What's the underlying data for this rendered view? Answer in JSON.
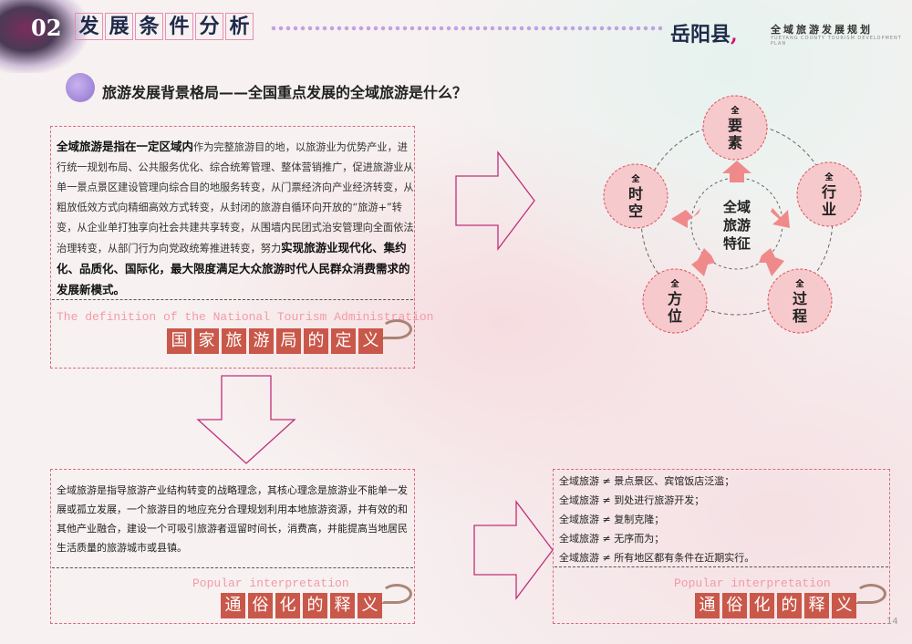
{
  "header": {
    "section_number": "02",
    "section_title": [
      "发",
      "展",
      "条",
      "件",
      "分",
      "析"
    ],
    "logo_main": "岳阳县",
    "logo_mark": ",",
    "logo_subtitle": "全域旅游发展规划",
    "logo_en": "YUEYANG COUNTY TOURISM DEVELOPMENT PLAN"
  },
  "question": "旅游发展背景格局——全国重点发展的全域旅游是什么？",
  "definition_box": {
    "bold_lead": "全域旅游是指在一定区域内",
    "body": "作为完整旅游目的地，以旅游业为优势产业，进行统一规划布局、公共服务优化、综合统筹管理、整体营销推广，促进旅游业从单一景点景区建设管理向综合目的地服务转变，从门票经济向产业经济转变，从粗放低效方式向精细高效方式转变，从封闭的旅游自循环向开放的“旅游+”转变，从企业单打独享向社会共建共享转变，从围墙内民团式治安管理向全面依法治理转变，从部门行为向党政统筹推进转变，努力",
    "bold_tail": "实现旅游业现代化、集约化、品质化、国际化，最大限度满足大众旅游时代人民群众消费需求的发展新模式。",
    "en_label": "The definition of the National Tourism Administration",
    "stamp": [
      "国",
      "家",
      "旅",
      "游",
      "局",
      "的",
      "定",
      "义"
    ]
  },
  "popular_box": {
    "body": "全域旅游是指导旅游产业结构转变的战略理念，其核心理念是旅游业不能单一发展或孤立发展，一个旅游目的地应充分合理规划利用本地旅游资源，并有效的和其他产业融合，建设一个可吸引旅游者逗留时间长，消费高，并能提高当地居民生活质量的旅游城市或县镇。",
    "en_label": "Popular interpretation",
    "stamp": [
      "通",
      "俗",
      "化",
      "的",
      "释",
      "义"
    ]
  },
  "not_box": {
    "items": [
      "全域旅游 ≠ 景点景区、宾馆饭店泛滥；",
      "全域旅游 ≠ 到处进行旅游开发；",
      "全域旅游 ≠ 复制克隆；",
      "全域旅游 ≠ 无序而为；",
      "全域旅游 ≠ 所有地区都有条件在近期实行。"
    ],
    "en_label": "Popular interpretation",
    "stamp": [
      "通",
      "俗",
      "化",
      "的",
      "释",
      "义"
    ]
  },
  "diagram": {
    "center": [
      "全域",
      "旅游",
      "特征"
    ],
    "nodes": [
      {
        "small": "全",
        "big": "要\n素"
      },
      {
        "small": "全",
        "big": "行\n业"
      },
      {
        "small": "全",
        "big": "过\n程"
      },
      {
        "small": "全",
        "big": "方\n位"
      },
      {
        "small": "全",
        "big": "时\n空"
      }
    ]
  },
  "page_number": "14",
  "colors": {
    "node_fill": "#f6c9cc",
    "node_border": "#e0505a",
    "arrow": "#f08a8a",
    "stamp": "#c9584a"
  }
}
